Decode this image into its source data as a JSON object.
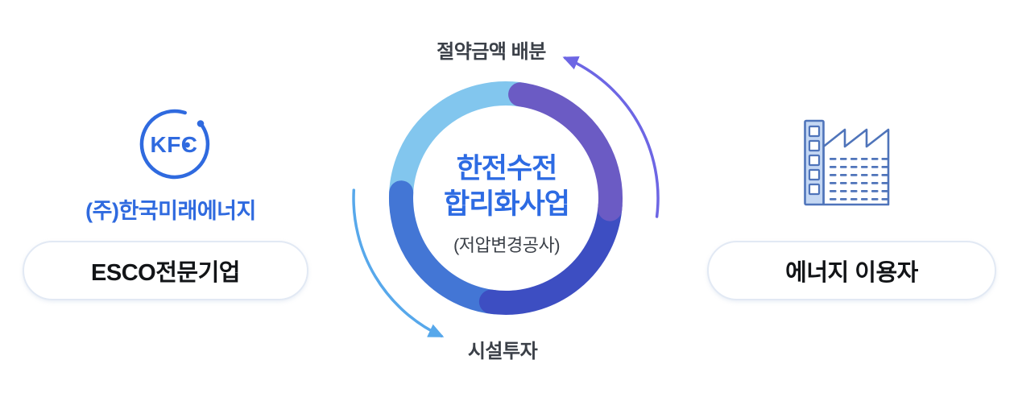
{
  "left": {
    "logo_text": "KFC",
    "company_name": "(주)한국미래에너지",
    "pill_label": "ESCO전문기업"
  },
  "center": {
    "top_label": "절약금액 배분",
    "bottom_label": "시설투자",
    "title_line1": "한전수전",
    "title_line2": "합리화사업",
    "subtitle": "(저압변경공사)"
  },
  "right": {
    "pill_label": "에너지 이용자"
  },
  "icons": {
    "left_logo": "kfc-circle-logo",
    "right_icon": "factory-icon",
    "cycle_arrows": [
      "counterclockwise-arrow-top-right",
      "counterclockwise-arrow-bottom-left"
    ]
  },
  "colors": {
    "arc_light_blue": "#82C6EE",
    "arc_medium_blue": "#4376D5",
    "arc_royal_blue": "#3D4EC2",
    "arc_purple": "#6B5BC4",
    "arrow_purple": "#6D66E4",
    "arrow_light_blue": "#57A8EB",
    "title_blue": "#2D6BE3",
    "label_dark": "#3B4048",
    "logo_blue": "#2F6ADF",
    "company_blue": "#2F6ADF",
    "pill_border": "#E2E9F4",
    "pill_text": "#121417",
    "factory_outline": "#4F74BA",
    "factory_fill": "#C4D7F3"
  }
}
